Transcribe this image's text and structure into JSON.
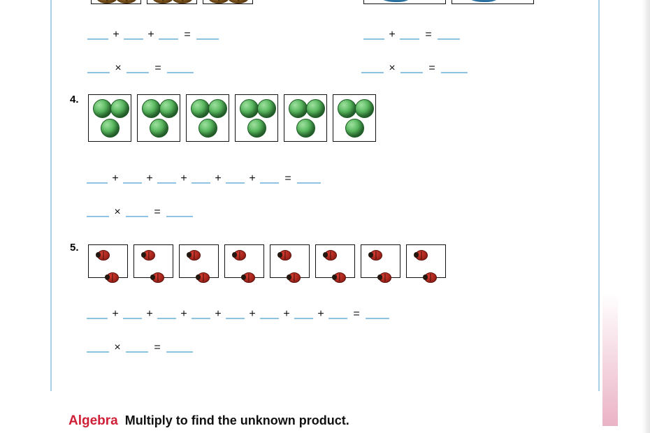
{
  "page": {
    "footer": {
      "label": "Algebra",
      "instruction": "Multiply to find the unknown product."
    }
  },
  "problems": [
    {
      "number": "",
      "icon": "beetle-icon",
      "groups": 3,
      "per_group": 2,
      "visible_boxes": 3,
      "addition": {
        "terms": [
          "",
          "",
          ""
        ],
        "plus": "+",
        "equals": "=",
        "result": ""
      },
      "multiplication": {
        "factor_a": "",
        "times": "×",
        "factor_b": "",
        "equals": "=",
        "product": ""
      }
    },
    {
      "number": "",
      "icon": "fish-icon",
      "groups": 2,
      "per_group": 1,
      "visible_boxes": 2,
      "addition": {
        "terms": [
          "",
          ""
        ],
        "plus": "+",
        "equals": "=",
        "result": ""
      },
      "multiplication": {
        "factor_a": "",
        "times": "×",
        "factor_b": "",
        "equals": "=",
        "product": ""
      }
    },
    {
      "number": "4.",
      "icon": "green-ball-icon",
      "groups": 6,
      "per_group": 3,
      "visible_boxes": 6,
      "addition": {
        "terms": [
          "",
          "",
          "",
          "",
          "",
          ""
        ],
        "plus": "+",
        "equals": "=",
        "result": ""
      },
      "multiplication": {
        "factor_a": "",
        "times": "×",
        "factor_b": "",
        "equals": "=",
        "product": ""
      }
    },
    {
      "number": "5.",
      "icon": "ladybug-icon",
      "groups": 8,
      "per_group": 2,
      "visible_boxes": 8,
      "addition": {
        "terms": [
          "",
          "",
          "",
          "",
          "",
          "",
          "",
          ""
        ],
        "plus": "+",
        "equals": "=",
        "result": ""
      },
      "multiplication": {
        "factor_a": "",
        "times": "×",
        "factor_b": "",
        "equals": "=",
        "product": ""
      }
    }
  ],
  "colors": {
    "rule": "#a9cfe6",
    "blank": "#8fc3e3",
    "algebra_red": "#cf1f36",
    "box_border": "#111111"
  }
}
